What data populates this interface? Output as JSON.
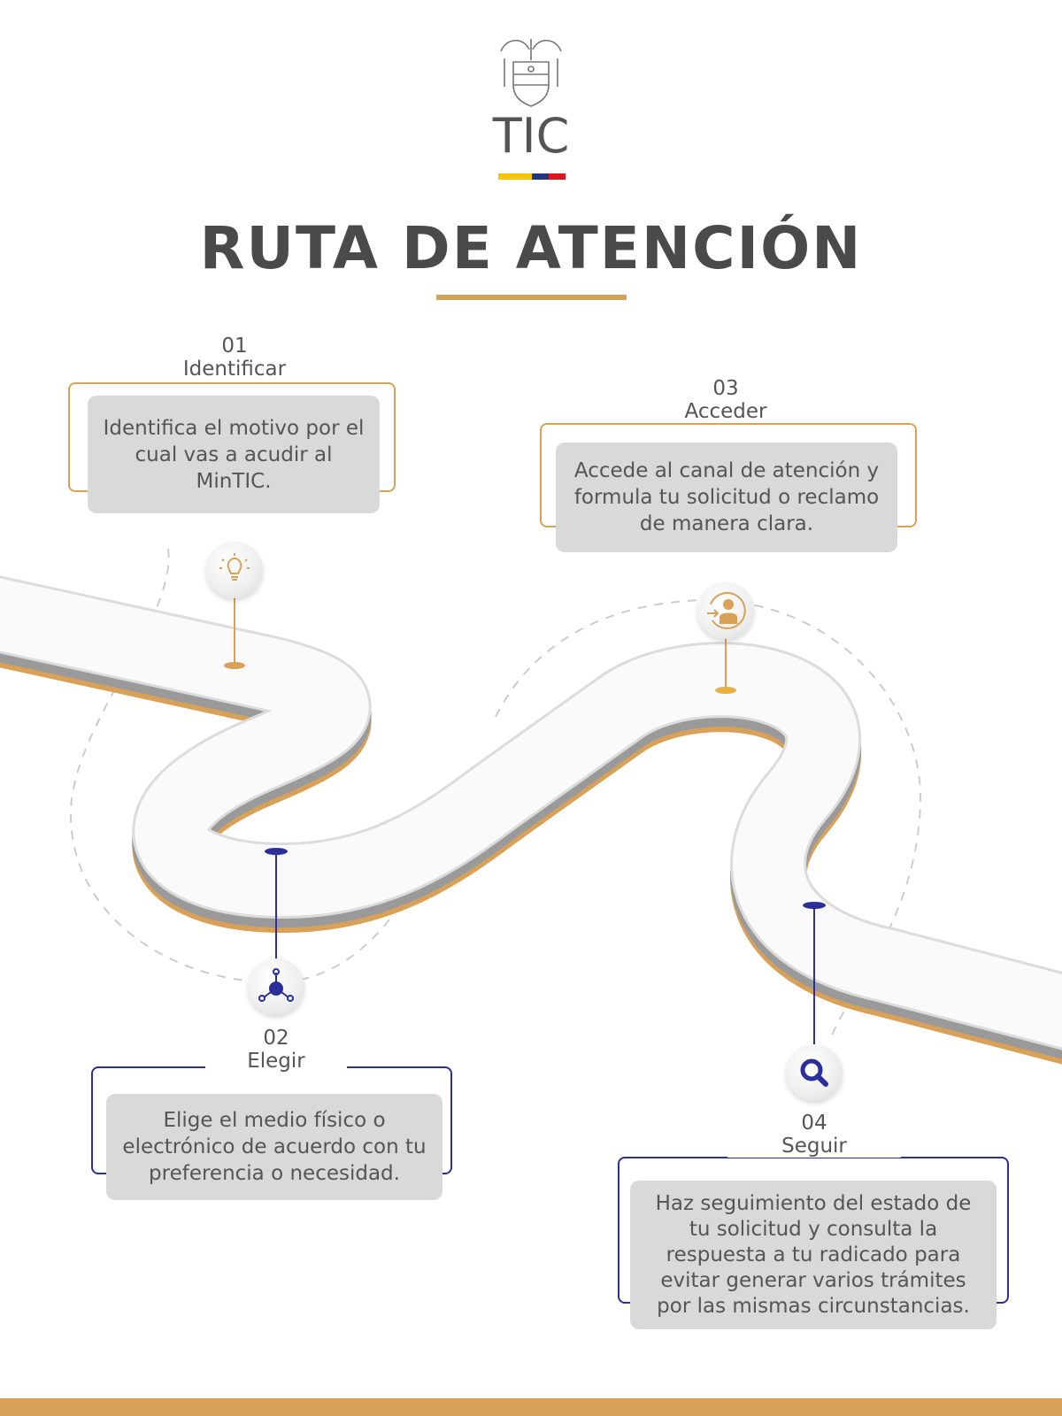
{
  "header": {
    "logo_text": "TIC",
    "title": "RUTA DE ATENCIÓN",
    "flag_colors": [
      "#f9c300",
      "#22377f",
      "#e3141d"
    ]
  },
  "colors": {
    "accent_gold": "#d9a158",
    "accent_blue": "#2b2f9a",
    "card_bg": "#d9d9d9"
  },
  "steps": [
    {
      "number": "01",
      "name": "Identificar",
      "text": "Identifica el motivo por el cual vas a acudir al MinTIC.",
      "icon": "lightbulb-icon"
    },
    {
      "number": "02",
      "name": "Elegir",
      "text": "Elige el medio físico o electrónico de acuerdo con tu preferencia o necesidad.",
      "icon": "network-icon"
    },
    {
      "number": "03",
      "name": "Acceder",
      "text": "Accede al canal de atención y formula tu solicitud o reclamo de manera clara.",
      "icon": "user-enter-icon"
    },
    {
      "number": "04",
      "name": "Seguir",
      "text": "Haz seguimiento del estado de tu solicitud y consulta la respuesta a tu radicado para evitar generar varios trámites por las mismas circunstancias.",
      "icon": "search-icon"
    }
  ]
}
